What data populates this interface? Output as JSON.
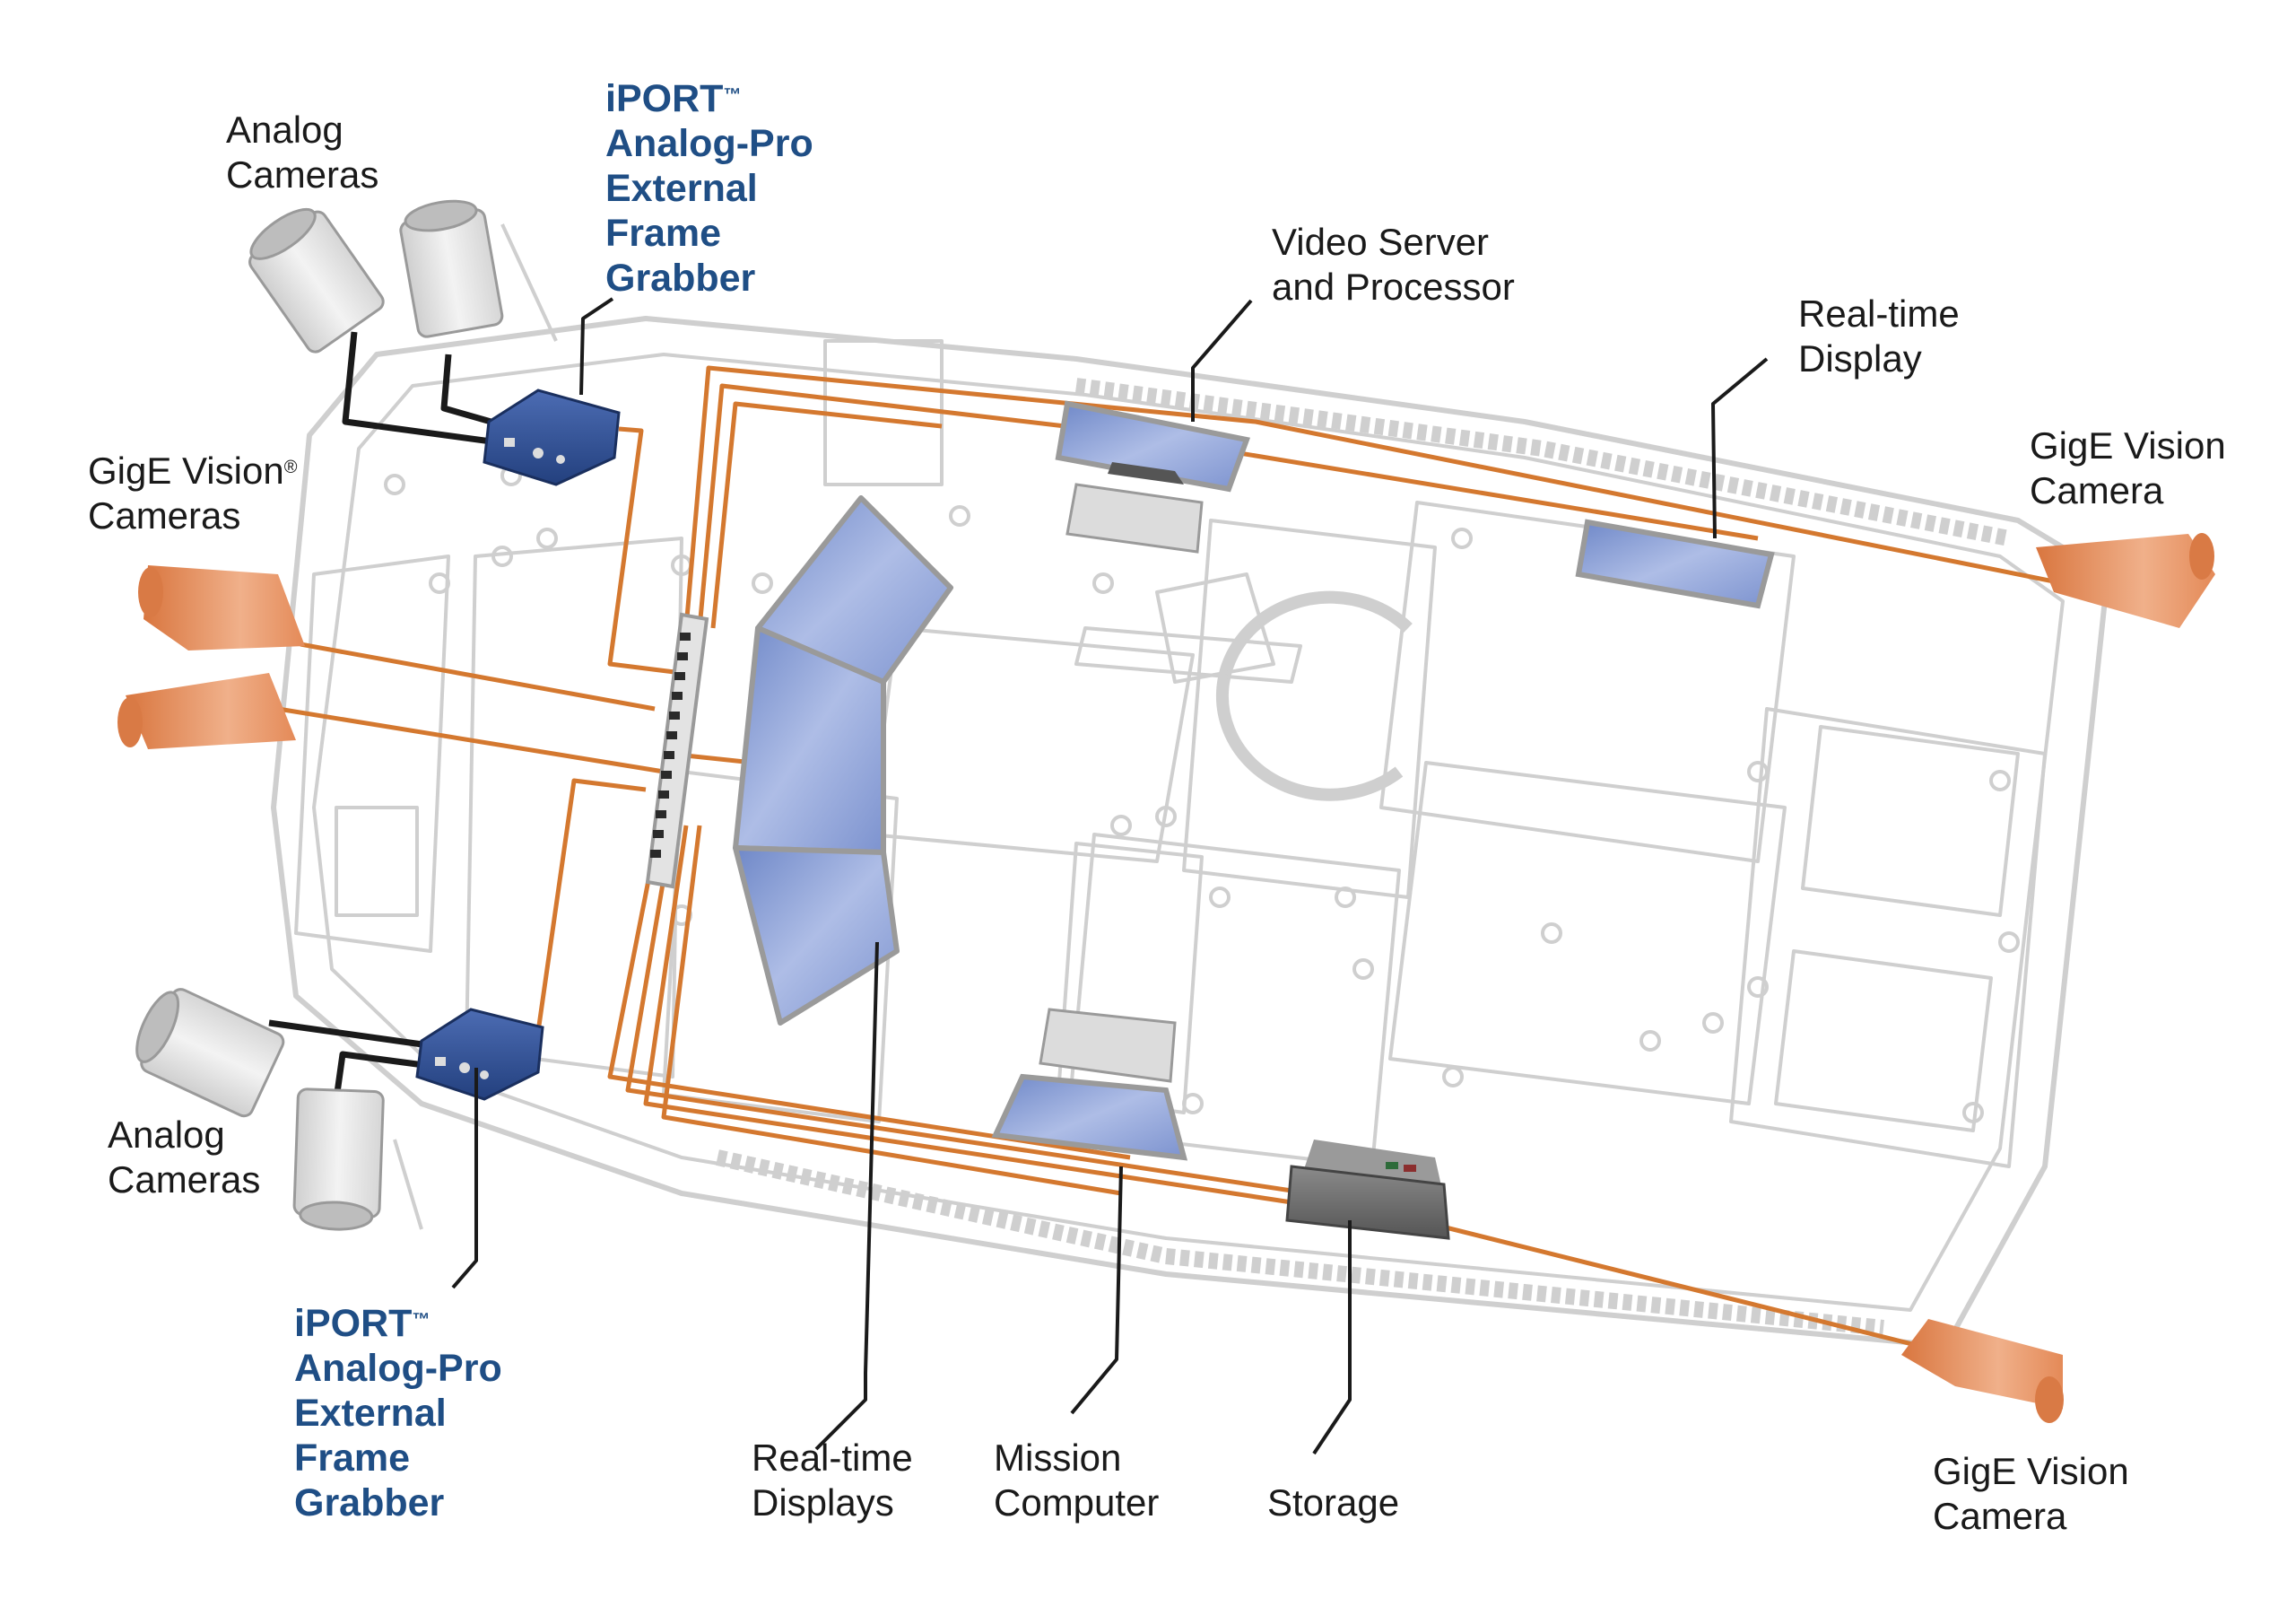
{
  "labels": {
    "analog_cameras_top": [
      "Analog",
      "Cameras"
    ],
    "iport_top": {
      "name": "iPORT",
      "mark": "™",
      "lines": [
        "Analog-Pro",
        "External",
        "Frame",
        "Grabber"
      ]
    },
    "gige_cameras_left": {
      "line1": "GigE Vision",
      "mark": "®",
      "line2": "Cameras"
    },
    "video_server": [
      "Video Server",
      "and Processor"
    ],
    "realtime_display_top": [
      "Real-time",
      "Display"
    ],
    "gige_camera_right_top": [
      "GigE Vision",
      "Camera"
    ],
    "analog_cameras_bottom": [
      "Analog",
      "Cameras"
    ],
    "iport_bottom": {
      "name": "iPORT",
      "mark": "™",
      "lines": [
        "Analog-Pro",
        "External",
        "Frame",
        "Grabber"
      ]
    },
    "realtime_displays": [
      "Real-time",
      "Displays"
    ],
    "mission_computer": [
      "Mission",
      "Computer"
    ],
    "storage": [
      "Storage"
    ],
    "gige_camera_right_bottom": [
      "GigE Vision",
      "Camera"
    ]
  },
  "colors": {
    "cable": "#d4782f",
    "outline": "#c8c8c8",
    "frame_grabber": "#2f4f94",
    "gige_camera": "#e9a27a",
    "analog_camera": "#e3e3e3",
    "screen": "#8ea4d6",
    "storage": "#6f6f6f",
    "iport_text": "#1f4e85"
  }
}
